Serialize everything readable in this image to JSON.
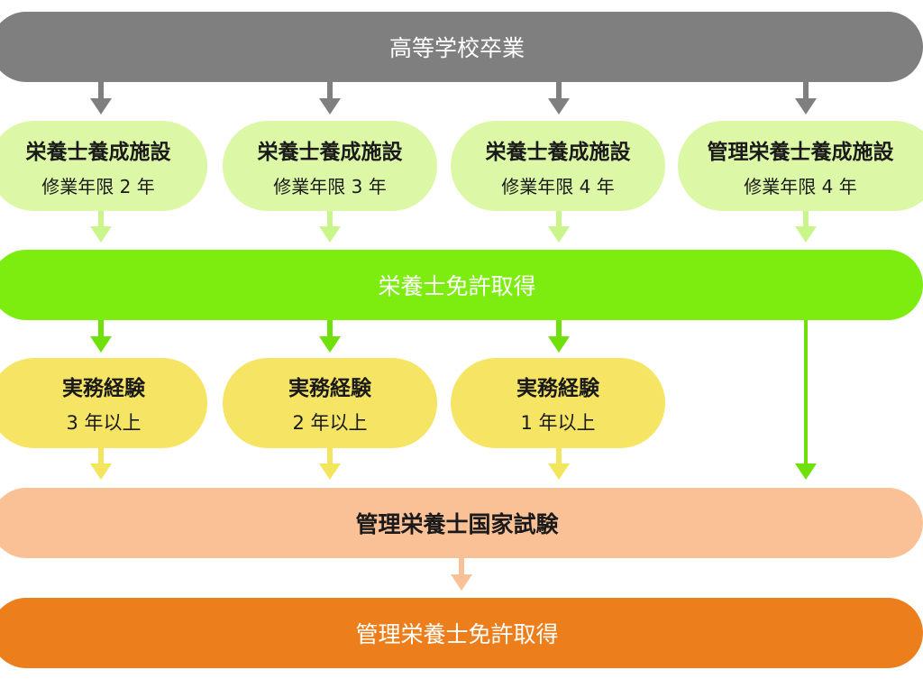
{
  "start": {
    "label": "高等学校卒業"
  },
  "schools": [
    {
      "name": "栄養士養成施設",
      "years": "修業年限 2 年"
    },
    {
      "name": "栄養士養成施設",
      "years": "修業年限 3 年"
    },
    {
      "name": "栄養士養成施設",
      "years": "修業年限 4 年"
    },
    {
      "name": "管理栄養士養成施設",
      "years": "修業年限 4 年"
    }
  ],
  "license": {
    "label": "栄養士免許取得"
  },
  "experience": [
    {
      "title": "実務経験",
      "duration": "3 年以上"
    },
    {
      "title": "実務経験",
      "duration": "2 年以上"
    },
    {
      "title": "実務経験",
      "duration": "1 年以上"
    }
  ],
  "exam": {
    "label": "管理栄養士国家試験"
  },
  "final": {
    "label": "管理栄養士免許取得"
  },
  "colors": {
    "grey": "#7f7f7f",
    "light_green": "#dcf8a6",
    "green": "#7ded10",
    "yellow": "#f6e465",
    "peach": "#fbc196",
    "orange": "#ec7e1b"
  }
}
